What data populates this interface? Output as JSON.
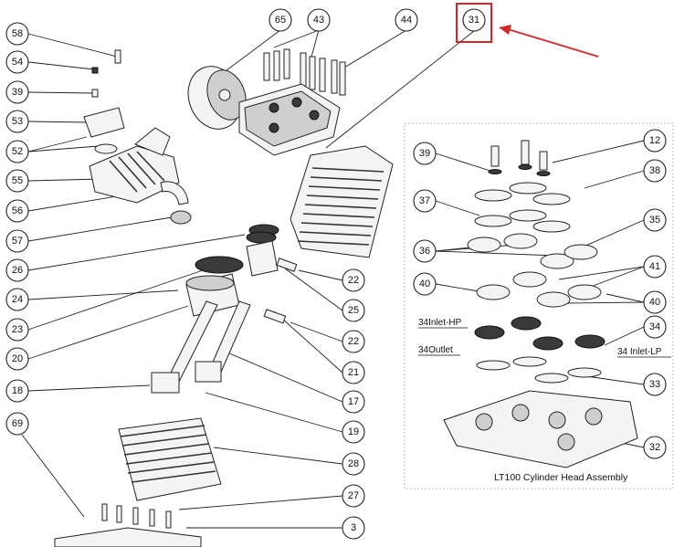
{
  "callouts_left": [
    "58",
    "54",
    "39",
    "53",
    "52",
    "55",
    "56",
    "57",
    "26",
    "24",
    "23",
    "20",
    "18",
    "69"
  ],
  "callouts_right": [
    "22",
    "25",
    "22",
    "21",
    "17",
    "19",
    "28",
    "27",
    "3"
  ],
  "callouts_top": [
    "65",
    "43",
    "44"
  ],
  "callout_highlighted": "31",
  "highlight_color": "#d62728",
  "inset": {
    "callouts_left": [
      "39",
      "37",
      "36",
      "40"
    ],
    "callouts_right": [
      "12",
      "38",
      "35",
      "41",
      "40",
      "34",
      "33",
      "32"
    ],
    "labels": {
      "inlet_hp": "34Inlet-HP",
      "outlet": "34Outlet",
      "inlet_lp": "34 Inlet-LP"
    },
    "caption": "LT100 Cylinder Head Assembly"
  }
}
